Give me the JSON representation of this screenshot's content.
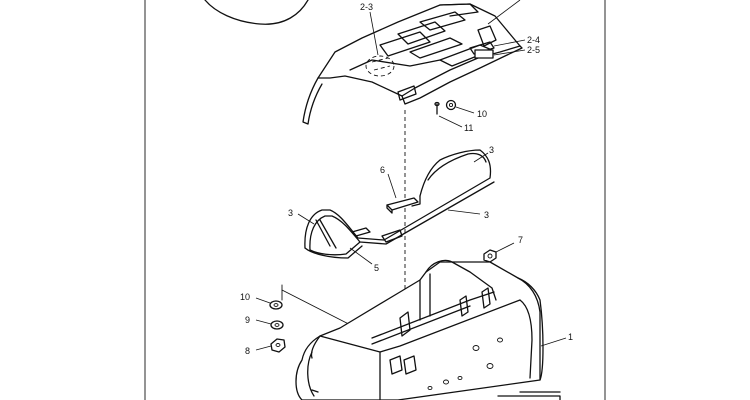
{
  "diagram": {
    "labels": {
      "l_2_3": "2-3",
      "l_2_4": "2-4",
      "l_2_5": "2-5",
      "l_10_top": "10",
      "l_11": "11",
      "l_3_top": "3",
      "l_6": "6",
      "l_3_left": "3",
      "l_3_right": "3",
      "l_5": "5",
      "l_7": "7",
      "l_10_bottom": "10",
      "l_9": "9",
      "l_8": "8",
      "l_1": "1"
    }
  }
}
